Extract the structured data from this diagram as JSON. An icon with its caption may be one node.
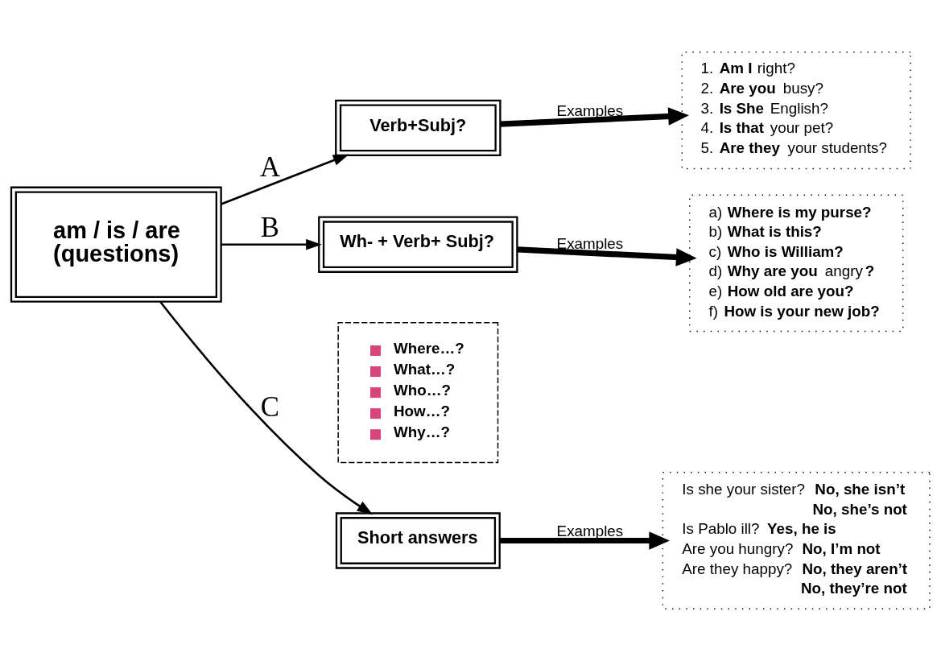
{
  "diagram": {
    "nodes": [
      {
        "text": [
          "am / is / are (questions)"
        ]
      },
      {
        "text": [
          "Verb+Subj?"
        ]
      },
      {
        "text": [
          "1. **Am I** right?",
          "2. **Are you** busy?",
          "3. **Is She** English?",
          "4. **Is that** your pet?",
          "5. **Are they** your students?"
        ]
      },
      {
        "text": [
          "Wh- + Verb+ Subj?"
        ]
      },
      {
        "text": [
          "a) **Where is my purse?**",
          "b) **What is this?**",
          "c) **Who is William?**",
          "d) **Why are you** angry**?**",
          "e) **How old are you?**",
          "f) **How is your new job?**"
        ]
      },
      {
        "text": [
          "Where…?",
          "What…?",
          "Who…?",
          "How…?",
          "Why…?"
        ]
      },
      {
        "text": [
          "Short answers"
        ]
      },
      {
        "text": [
          "Is she your sister? **No, she isn’t**",
          "No, she’s not",
          "Is Pablo ill? **Yes, he is**",
          "Are you hungry? **No, I’m not**",
          "Are they happy? **No, they aren’t**",
          "No, they’re not"
        ]
      }
    ],
    "edges": [
      {
        "from": 0,
        "to": 1,
        "arrow": "to",
        "label": "A"
      },
      {
        "from": 0,
        "to": 3,
        "arrow": "to",
        "label": "B"
      },
      {
        "from": 0,
        "to": 6,
        "arrow": "to",
        "label": "C"
      },
      {
        "from": 1,
        "to": 2,
        "arrow": "to",
        "label": "Examples",
        "style": "thick"
      },
      {
        "from": 3,
        "to": 4,
        "arrow": "to",
        "label": "Examples",
        "style": "thick"
      },
      {
        "from": 6,
        "to": 7,
        "arrow": "to",
        "label": "Examples",
        "style": "thick"
      }
    ]
  }
}
